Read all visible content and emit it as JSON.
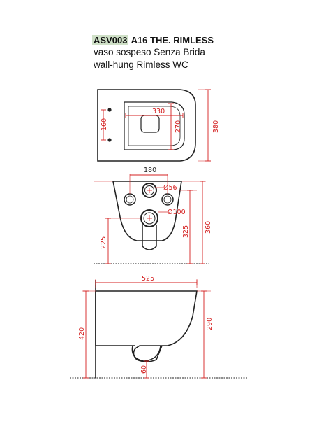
{
  "header": {
    "code": "ASV003",
    "model": "A16 THE. RIMLESS",
    "subtitle_it": "vaso sospeso Senza Brida",
    "subtitle_en": "wall-hung Rimless WC"
  },
  "top_view": {
    "dim_bowl_width": "330",
    "dim_bowl_depth": "270",
    "dim_bolt_spacing": "160",
    "dim_total_length": "380"
  },
  "front_view": {
    "dim_inlet_spacing": "180",
    "dim_inlet_diameter": "Ø56",
    "dim_outlet_diameter": "Ø100",
    "dim_outlet_height": "225",
    "dim_inlet_height": "325",
    "dim_total_height": "360"
  },
  "side_view": {
    "dim_length": "525",
    "dim_height": "420",
    "dim_rim_depth": "290",
    "dim_outlet_offset": "60"
  },
  "colors": {
    "dimension": "#d42020",
    "outline": "#222222",
    "highlight": "#cfe0c7"
  }
}
